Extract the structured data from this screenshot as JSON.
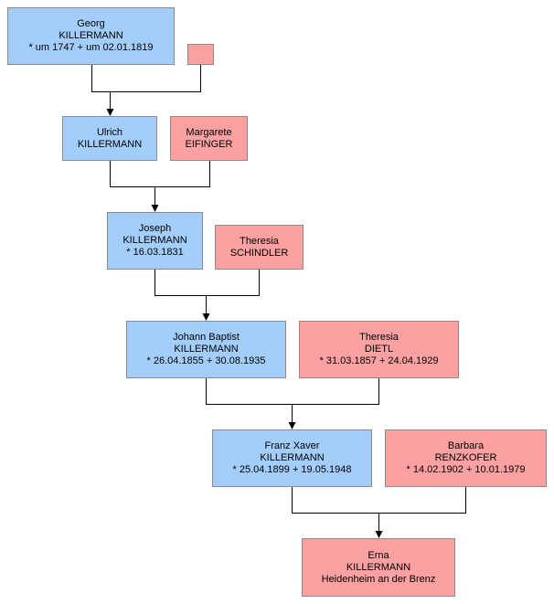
{
  "colors": {
    "male": "#a3cdfa",
    "female": "#fba1a1",
    "line": "#000000"
  },
  "persons": {
    "georg": {
      "first": "Georg",
      "last": "KILLERMANN",
      "dates": "* um 1747  + um 02.01.1819"
    },
    "unknown": {
      "first": "",
      "last": "",
      "dates": ""
    },
    "ulrich": {
      "first": "Ulrich",
      "last": "KILLERMANN",
      "dates": ""
    },
    "margarete": {
      "first": "Margarete",
      "last": "EIFINGER",
      "dates": ""
    },
    "joseph": {
      "first": "Joseph",
      "last": "KILLERMANN",
      "dates": "* 16.03.1831"
    },
    "theresia_s": {
      "first": "Theresia",
      "last": "SCHINDLER",
      "dates": ""
    },
    "johann": {
      "first": "Johann Baptist",
      "last": "KILLERMANN",
      "dates": "* 26.04.1855  + 30.08.1935"
    },
    "theresia_d": {
      "first": "Theresia",
      "last": "DIETL",
      "dates": "* 31.03.1857  + 24.04.1929"
    },
    "franz": {
      "first": "Franz Xaver",
      "last": "KILLERMANN",
      "dates": "* 25.04.1899  + 19.05.1948"
    },
    "barbara": {
      "first": "Barbara",
      "last": "RENZKOFER",
      "dates": "* 14.02.1902  + 10.01.1979"
    },
    "erna": {
      "first": "Erna",
      "last": "KILLERMANN",
      "dates": "Heidenheim an der Brenz"
    }
  }
}
